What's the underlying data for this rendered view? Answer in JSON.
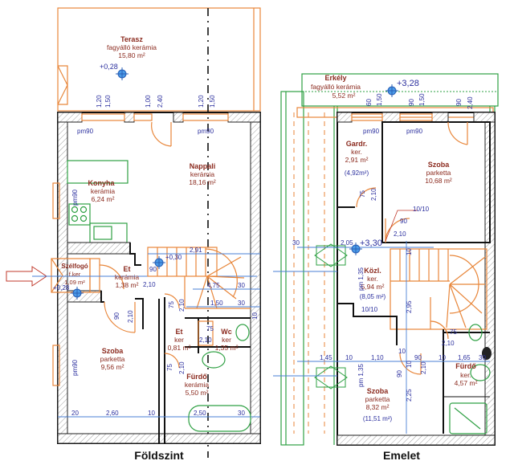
{
  "floors": [
    {
      "title": "Földszint",
      "rooms": [
        {
          "name": "Terasz",
          "material": "fagyálló kerámia",
          "area": "15,80 m²"
        },
        {
          "name": "Nappali",
          "material": "kerámia",
          "area": "18,16 m²"
        },
        {
          "name": "Konyha",
          "material": "kerámia",
          "area": "6,24 m²"
        },
        {
          "name": "Szélfogó",
          "material": "f.ker",
          "area": "1,09 m²"
        },
        {
          "name": "Et",
          "material": "kerámia",
          "area": "1,38 m²"
        },
        {
          "name": "Szoba",
          "material": "parketta",
          "area": "9,56 m²"
        },
        {
          "name": "Et",
          "material": "ker",
          "area": "0,81 m²"
        },
        {
          "name": "Wc",
          "material": "ker",
          "area": "1,35 m²"
        },
        {
          "name": "Fürdő",
          "material": "kerámia",
          "area": "5,50 m²"
        }
      ],
      "levels": [
        "+0,28",
        "+0,28",
        "+0,30"
      ],
      "window_labels": [
        "pm90",
        "pm90",
        "pm90",
        "pm90"
      ],
      "dims_top": [
        "1,20",
        "1,50",
        "1,00",
        "2,40",
        "1,20",
        "1,50"
      ],
      "dims_misc": [
        "2,91",
        "4,75",
        "30",
        "1,50",
        "30",
        "10",
        "90",
        "2,10",
        "90",
        "2,10",
        "75",
        "2,10",
        "75",
        "2,10",
        "75",
        "2,10",
        "20",
        "2,60",
        "10",
        "2,50",
        "30"
      ]
    },
    {
      "title": "Emelet",
      "rooms": [
        {
          "name": "Erkély",
          "material": "fagyálló kerámia",
          "area": "5,52 m²"
        },
        {
          "name": "Gardr.",
          "material": "ker.",
          "area": "2,91 m²",
          "gross": "(4,92m²)"
        },
        {
          "name": "Szoba",
          "material": "parketta",
          "area": "10,68 m²"
        },
        {
          "name": "Közl.",
          "material": "ker.",
          "area": "5,94 m²",
          "gross": "(8,05 m²)"
        },
        {
          "name": "Szoba",
          "material": "parketta",
          "area": "8,32 m²",
          "gross": "(11,51 m²)"
        },
        {
          "name": "Fürdő",
          "material": "ker.",
          "area": "4,57 m²"
        }
      ],
      "levels": [
        "+3,28",
        "+3,30"
      ],
      "window_labels": [
        "pm90",
        "pm90",
        "pm 1,35",
        "pm 1,35"
      ],
      "dims_top": [
        "60",
        "1,50",
        "90",
        "1,50",
        "90",
        "2,40"
      ],
      "dims_misc": [
        "75",
        "2,10",
        "10/10",
        "90",
        "2,10",
        "30",
        "2,05",
        "10",
        "2,95",
        "10/10",
        "1,45",
        "10",
        "1,10",
        "10",
        "90",
        "10",
        "2,10",
        "10",
        "1,65",
        "30",
        "90",
        "2,25",
        "75",
        "2,10"
      ]
    }
  ]
}
